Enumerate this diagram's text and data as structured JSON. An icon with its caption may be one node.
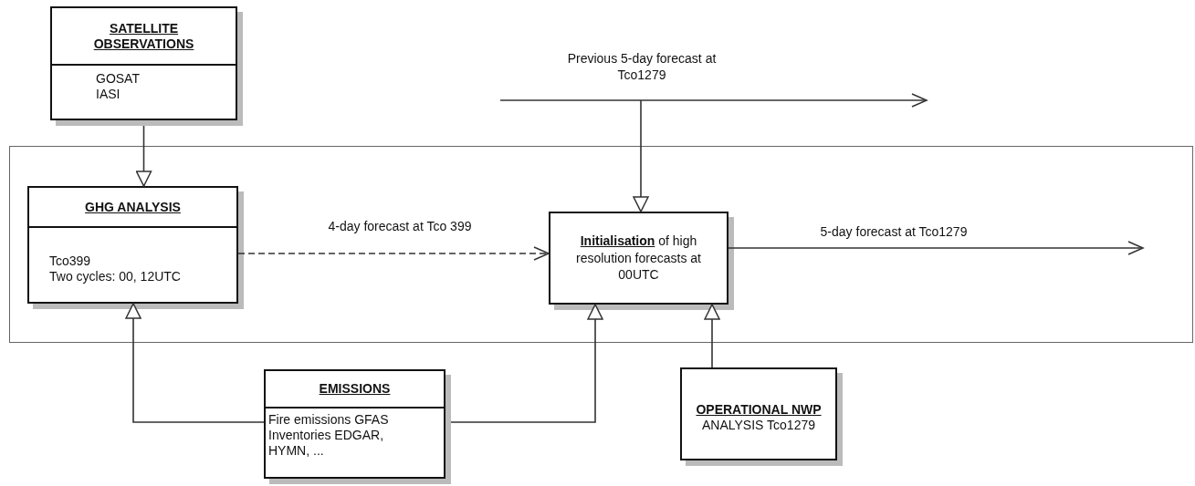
{
  "diagram": {
    "nodes": [
      {
        "text": [
          "SATELLITE OBSERVATIONS",
          "GOSAT",
          "IASI"
        ]
      },
      {
        "text": [],
        "shape": "box"
      },
      {
        "text": [
          "GHG ANALYSIS",
          "Tco399",
          "Two cycles: 00, 12UTC"
        ],
        "in": 1
      },
      {
        "text": [
          "**Initialisation** of high resolution forecasts at 00UTC"
        ],
        "in": 1
      },
      {
        "text": [
          "EMISSIONS",
          "Fire emissions GFAS Inventories EDGAR, HYMN, ..."
        ]
      },
      {
        "text": [
          "OPERATIONAL NWP",
          "ANALYSIS Tco1279"
        ]
      }
    ],
    "edges": [
      {
        "from": 0,
        "to": 2,
        "arrow": "to"
      },
      {
        "from": 2,
        "to": 3,
        "arrow": "to",
        "label": "4-day forecast at Tco 399",
        "style": "dashed"
      },
      {
        "from": 3,
        "to": null,
        "arrow": "to",
        "label": "5-day forecast at Tco1279"
      },
      {
        "from": null,
        "to": 3,
        "arrow": "to"
      },
      {
        "from": 4,
        "to": 2,
        "arrow": "to"
      },
      {
        "from": 4,
        "to": 3,
        "arrow": "to"
      },
      {
        "from": 5,
        "to": 3,
        "arrow": "to"
      }
    ],
    "labels": [
      "Previous 5-day forecast at Tco1279"
    ]
  }
}
